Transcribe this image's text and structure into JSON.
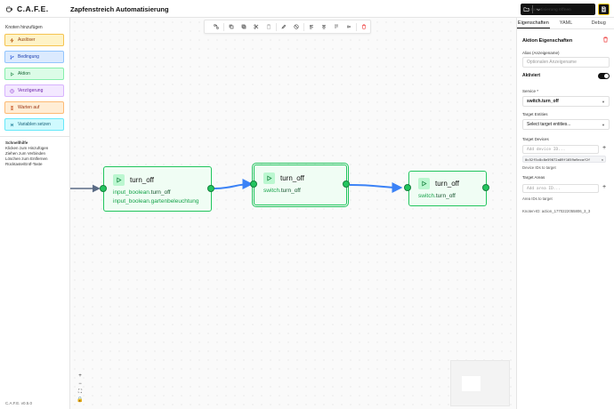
{
  "header": {
    "logo": "C.A.F.E.",
    "title": "Zapfenstreich Automatisierung",
    "open_button": "Automatisierung öffnen"
  },
  "sidebar": {
    "heading": "Knoten hinzufügen",
    "palette": [
      {
        "label": "Auslöser",
        "icon": "zap-icon"
      },
      {
        "label": "Bedingung",
        "icon": "branch-icon"
      },
      {
        "label": "Aktion",
        "icon": "play-icon"
      },
      {
        "label": "Verzögerung",
        "icon": "clock-icon"
      },
      {
        "label": "Warten auf",
        "icon": "hourglass-icon"
      },
      {
        "label": "Variablen setzen",
        "icon": "variable-icon"
      }
    ],
    "quick_help": {
      "title": "Schnellhilfe",
      "lines": [
        "Klicken zum Hinzufügen",
        "Ziehen zum Verbinden",
        "Löschen zum Entfernen",
        "Rücktaste/Entf-Taste"
      ]
    },
    "version": "C.A.F.E. v0.5.0"
  },
  "canvas": {
    "nodes": [
      {
        "title": "turn_off",
        "line1_prefix": "input_boolean.",
        "line1_bold": "turn_off",
        "line2": "input_boolean.gartenbeleuchtung"
      },
      {
        "title": "turn_off",
        "line1_prefix": "switch.",
        "line1_bold": "turn_off",
        "selected": true
      },
      {
        "title": "turn_off",
        "line1_prefix": "switch.",
        "line1_bold": "turn_off"
      }
    ],
    "zoom_controls": [
      "+",
      "−",
      "⛶",
      "🔒"
    ]
  },
  "panel": {
    "tabs": [
      "Eigenschaften",
      "YAML",
      "Debug"
    ],
    "active_tab": "Eigenschaften",
    "title": "Aktion Eigenschaften",
    "alias_label": "Alias (Anzeigename)",
    "alias_placeholder": "Optionalen Anzeigename",
    "enabled_label": "Aktiviert",
    "enabled": true,
    "service_label": "Service *",
    "service_value": "switch.turn_off",
    "target_entities_label": "Target Entities",
    "target_entities_placeholder": "Select target entities...",
    "target_devices_label": "Target Devices",
    "device_input_placeholder": "Add device ID...",
    "device_chip": "0c52f5c8c8e59072a89f1659a9ecaf2f",
    "device_hint": "Device IDs to target",
    "target_areas_label": "Target Areas",
    "area_input_placeholder": "Add area ID...",
    "area_hint": "Area IDs to target",
    "node_id": "Knoten-ID: action_1770222055806_3_3"
  },
  "colors": {
    "accent": "#111111",
    "node_border": "#22c55e",
    "node_bg": "#f0fdf4",
    "edge": "#3b82f6",
    "save_border": "#facc15"
  }
}
